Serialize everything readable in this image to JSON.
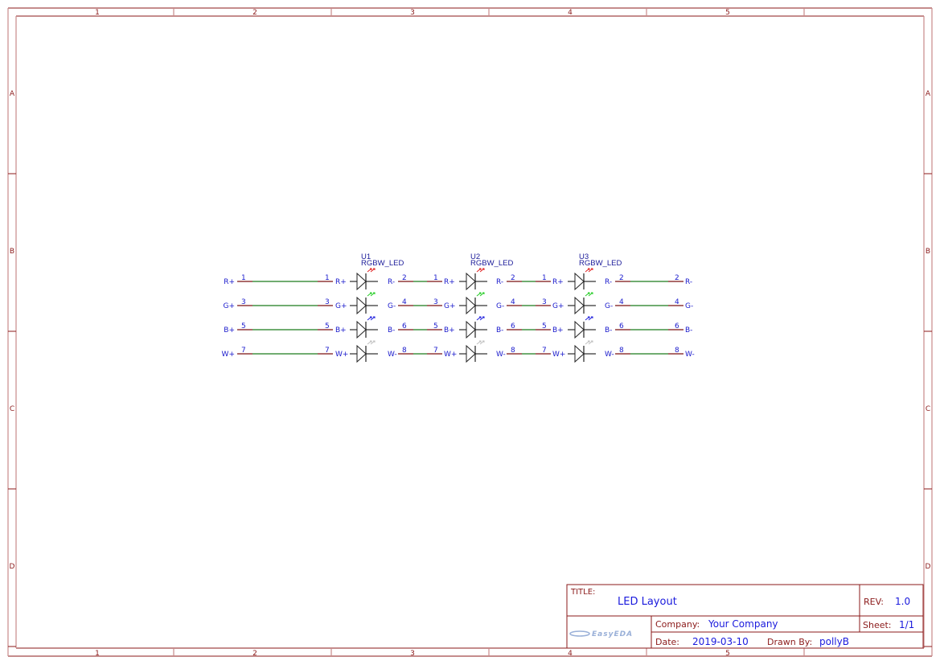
{
  "frame": {
    "columns": [
      "1",
      "2",
      "3",
      "4",
      "5"
    ],
    "rows": [
      "A",
      "B",
      "C",
      "D"
    ],
    "border_color": "#8b1a1a",
    "border_light_color": "#c98a8a"
  },
  "components": [
    {
      "ref": "U1",
      "value": "RGBW_LED"
    },
    {
      "ref": "U2",
      "value": "RGBW_LED"
    },
    {
      "ref": "U3",
      "value": "RGBW_LED"
    }
  ],
  "channels": [
    {
      "pos": "R+",
      "neg": "R-",
      "pos_pin": "1",
      "neg_pin": "2",
      "arrow_color": "#e02020"
    },
    {
      "pos": "G+",
      "neg": "G-",
      "pos_pin": "3",
      "neg_pin": "4",
      "arrow_color": "#22cc22"
    },
    {
      "pos": "B+",
      "neg": "B-",
      "pos_pin": "5",
      "neg_pin": "6",
      "arrow_color": "#2222dd"
    },
    {
      "pos": "W+",
      "neg": "W-",
      "pos_pin": "7",
      "neg_pin": "8",
      "arrow_color": "#c0c0c0"
    }
  ],
  "colors": {
    "wire": "#1a7a1a",
    "pin": "#7a1010",
    "symbol": "#000000",
    "net_label": "#1a1acc"
  },
  "title_block": {
    "title_label": "TITLE:",
    "title": "LED Layout",
    "rev_label": "REV:",
    "rev": "1.0",
    "company_label": "Company:",
    "company": "Your Company",
    "sheet_label": "Sheet:",
    "sheet": "1/1",
    "date_label": "Date:",
    "date": "2019-03-10",
    "drawn_by_label": "Drawn By:",
    "drawn_by": "pollyB",
    "logo": "EasyEDA"
  }
}
